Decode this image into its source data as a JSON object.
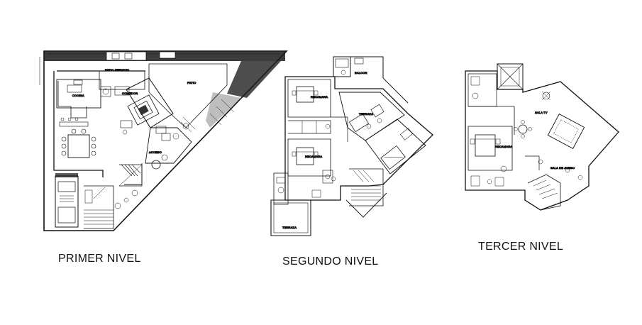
{
  "levels": [
    {
      "title": "PRIMER NIVEL",
      "rooms": [
        "COCINA",
        "PATIO SERVICIO",
        "COMEDOR",
        "PATIO",
        "ACCESO"
      ]
    },
    {
      "title": "SEGUNDO NIVEL",
      "rooms": [
        "RECAMARA",
        "BALCON",
        "RECAMARA",
        "TERRAZA",
        "TERRAZA"
      ]
    },
    {
      "title": "TERCER NIVEL",
      "rooms": [
        "SALA TV",
        "RECAMARA",
        "SALA DE JUEGO"
      ]
    }
  ]
}
